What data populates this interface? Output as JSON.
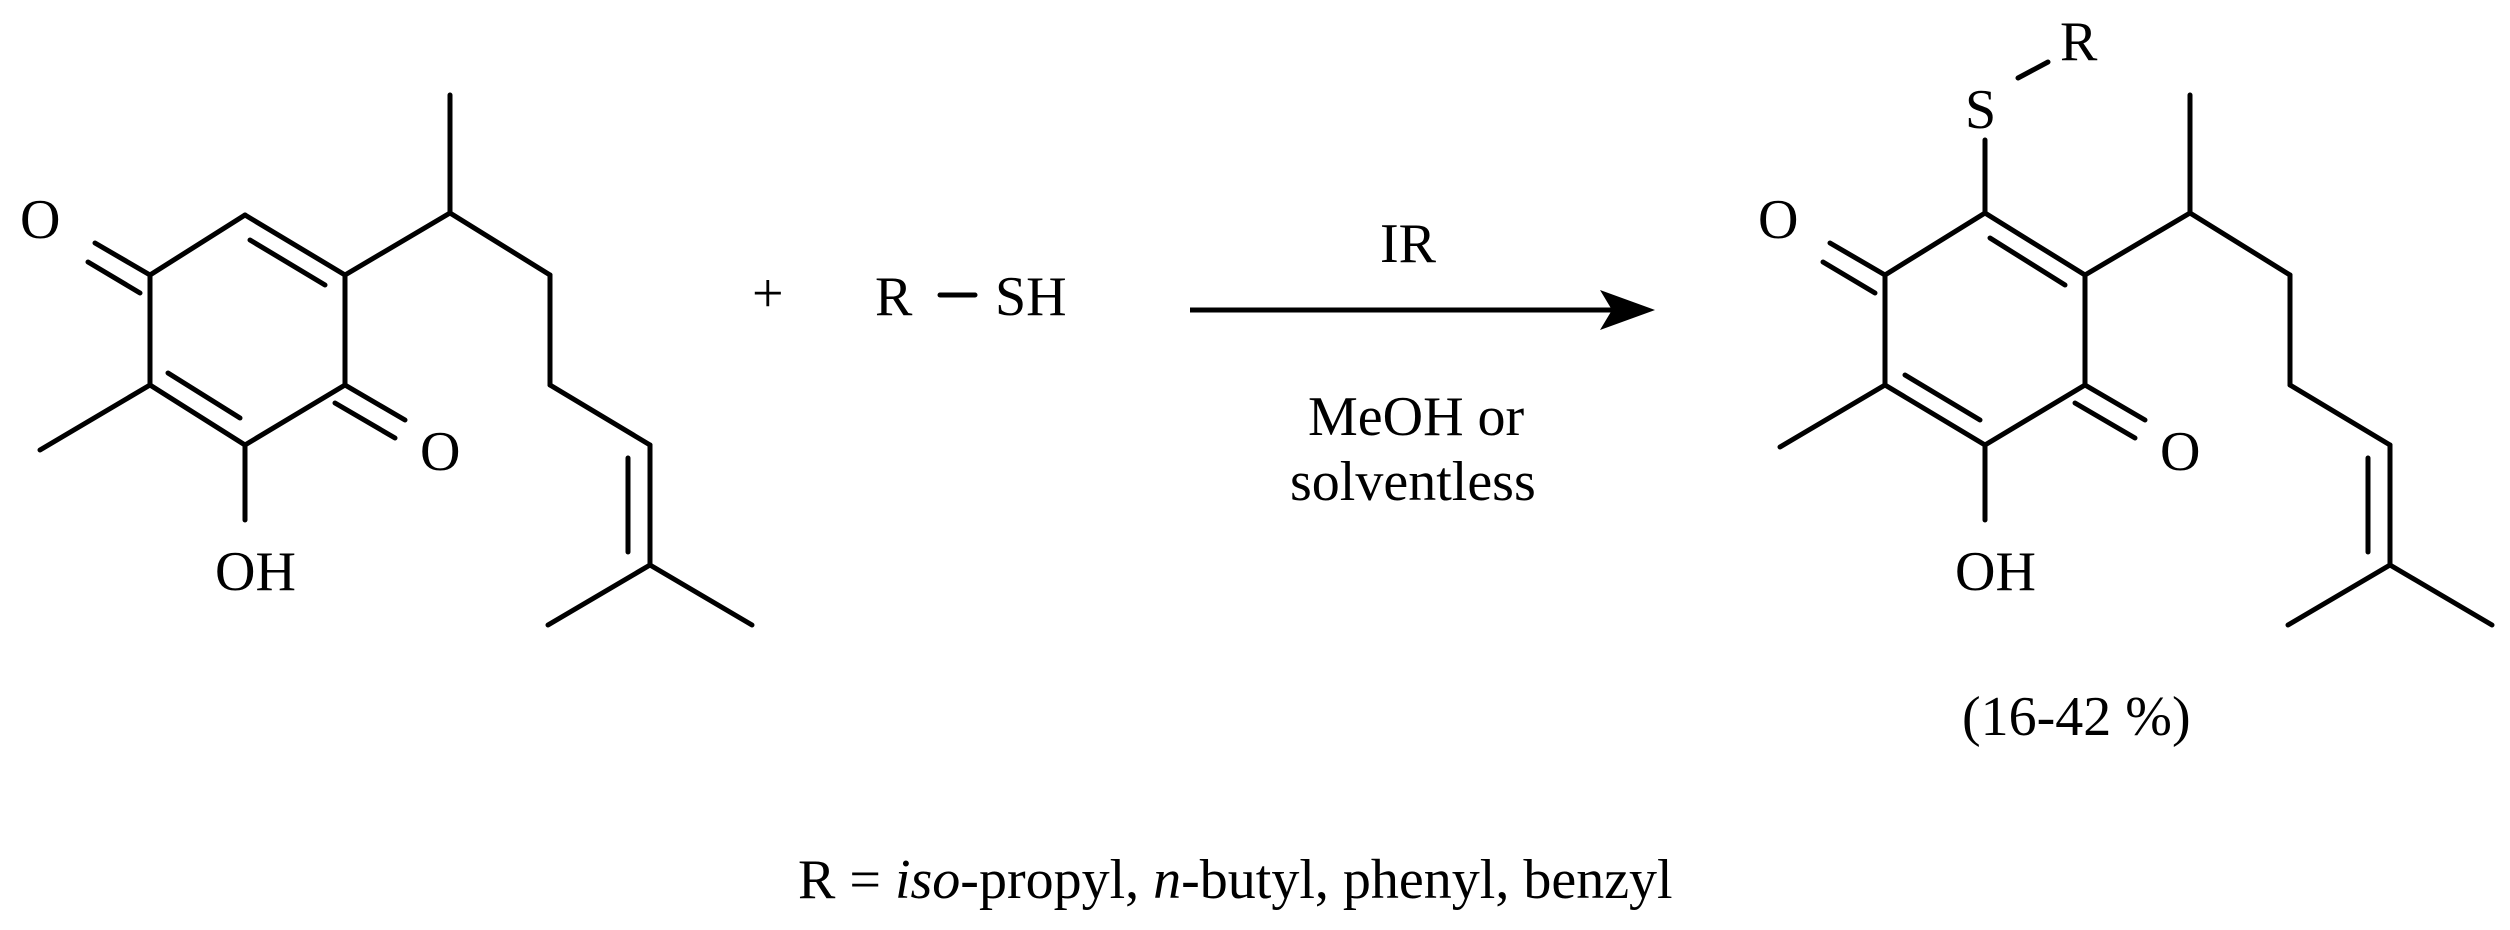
{
  "reactant": {
    "atoms": {
      "o_top": "O",
      "o_right": "O",
      "oh": "OH"
    }
  },
  "plus_sign": "+",
  "thiol": {
    "r": "R",
    "sh": "SH"
  },
  "arrow": {
    "above": "IR",
    "below_line1": "MeOH or",
    "below_line2": "solventless"
  },
  "product": {
    "atoms": {
      "s": "S",
      "r": "R",
      "o_top": "O",
      "o_right": "O",
      "oh": "OH"
    },
    "yield": "(16-42 %)"
  },
  "footnote": {
    "prefix": "R = ",
    "iso": "iso",
    "propyl": "-propyl, ",
    "n": "n",
    "rest": "-butyl, phenyl, benzyl"
  }
}
